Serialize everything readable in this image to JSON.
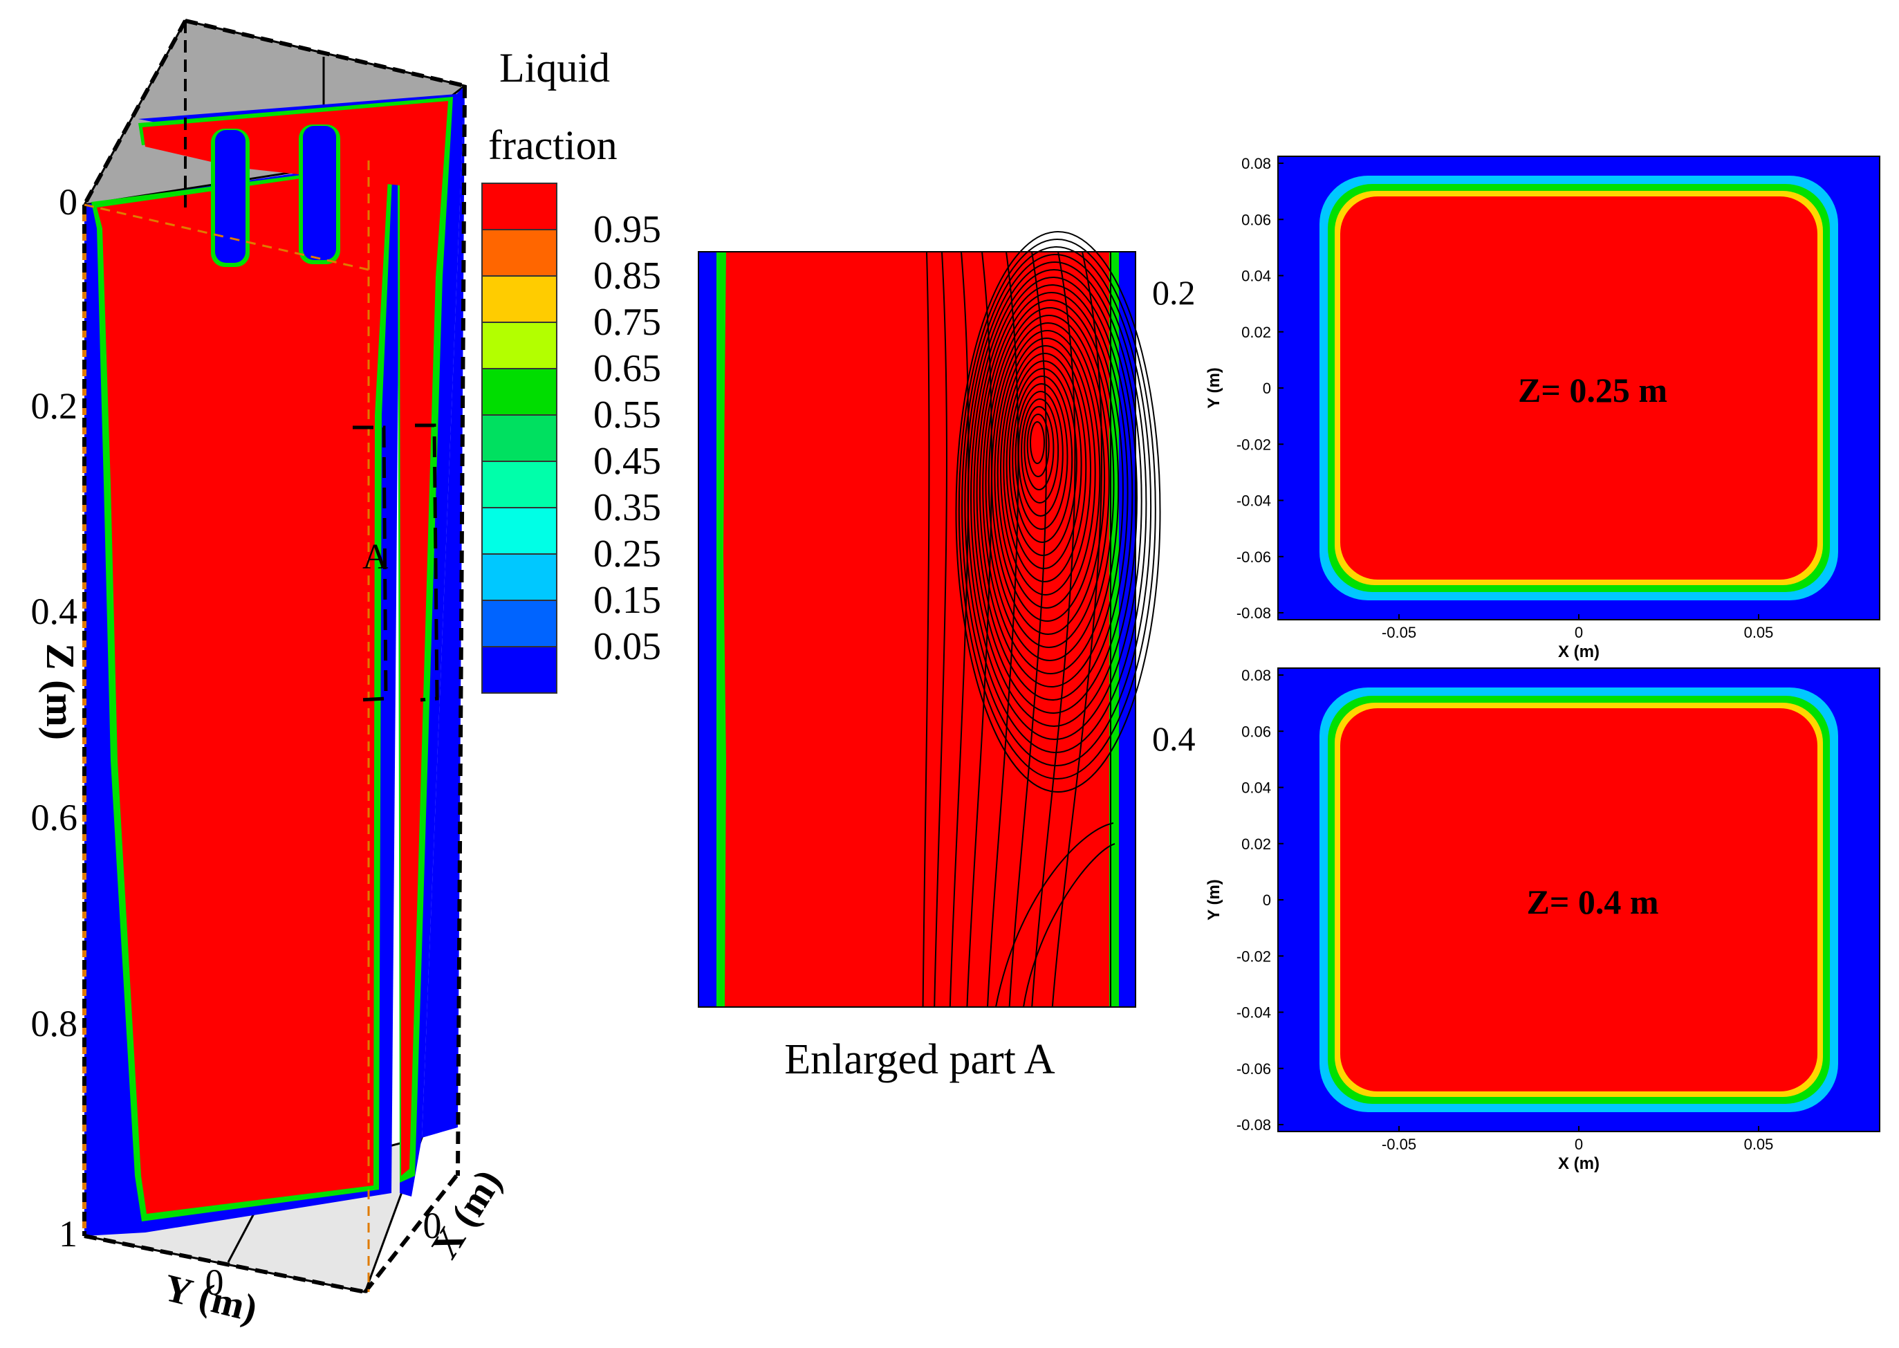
{
  "colors": {
    "solid": "#0000ff",
    "liquid": "#ff0000",
    "mush_outer": "#00c8ff",
    "mush_mid": "#00e000",
    "mush_inner": "#ffd700",
    "frame": "#e07b00",
    "box_top": "#a6a6a6",
    "box_bottom": "#e6e6e6"
  },
  "legend": {
    "title_line1": "Liquid",
    "title_line2": "fraction",
    "levels": [
      {
        "label": "0.95",
        "color": "#ff0000"
      },
      {
        "label": "0.85",
        "color": "#ff6600"
      },
      {
        "label": "0.75",
        "color": "#ffcc00"
      },
      {
        "label": "0.65",
        "color": "#b3ff00"
      },
      {
        "label": "0.55",
        "color": "#00dd00"
      },
      {
        "label": "0.45",
        "color": "#00e060"
      },
      {
        "label": "0.35",
        "color": "#00ffaa"
      },
      {
        "label": "0.25",
        "color": "#00ffe6"
      },
      {
        "label": "0.15",
        "color": "#00c8ff"
      },
      {
        "label": "0.05",
        "color": "#0064ff"
      },
      {
        "label": "",
        "color": "#0000ff"
      }
    ]
  },
  "box3d": {
    "z_axis_label": "Z (m)",
    "z_ticks": [
      "0",
      "0.2",
      "0.4",
      "0.6",
      "0.8",
      "1"
    ],
    "y_axis_label": "Y (m)",
    "y_tick": "0",
    "x_axis_label": "X (m)",
    "x_tick": "0",
    "region_label": "A"
  },
  "enlarged": {
    "caption": "Enlarged part A",
    "ticks": [
      "0.2",
      "0.4"
    ]
  },
  "sections": [
    {
      "annotation": "Z= 0.25 m",
      "x_label": "X (m)",
      "y_label": "Y (m)",
      "x_ticks": [
        "-0.05",
        "0",
        "0.05"
      ],
      "y_ticks": [
        "0.08",
        "0.06",
        "0.04",
        "0.02",
        "0",
        "-0.02",
        "-0.04",
        "-0.06",
        "-0.08"
      ]
    },
    {
      "annotation": "Z= 0.4 m",
      "x_label": "X (m)",
      "y_label": "Y (m)",
      "x_ticks": [
        "-0.05",
        "0",
        "0.05"
      ],
      "y_ticks": [
        "0.08",
        "0.06",
        "0.04",
        "0.02",
        "0",
        "-0.02",
        "-0.04",
        "-0.06",
        "-0.08"
      ]
    }
  ]
}
